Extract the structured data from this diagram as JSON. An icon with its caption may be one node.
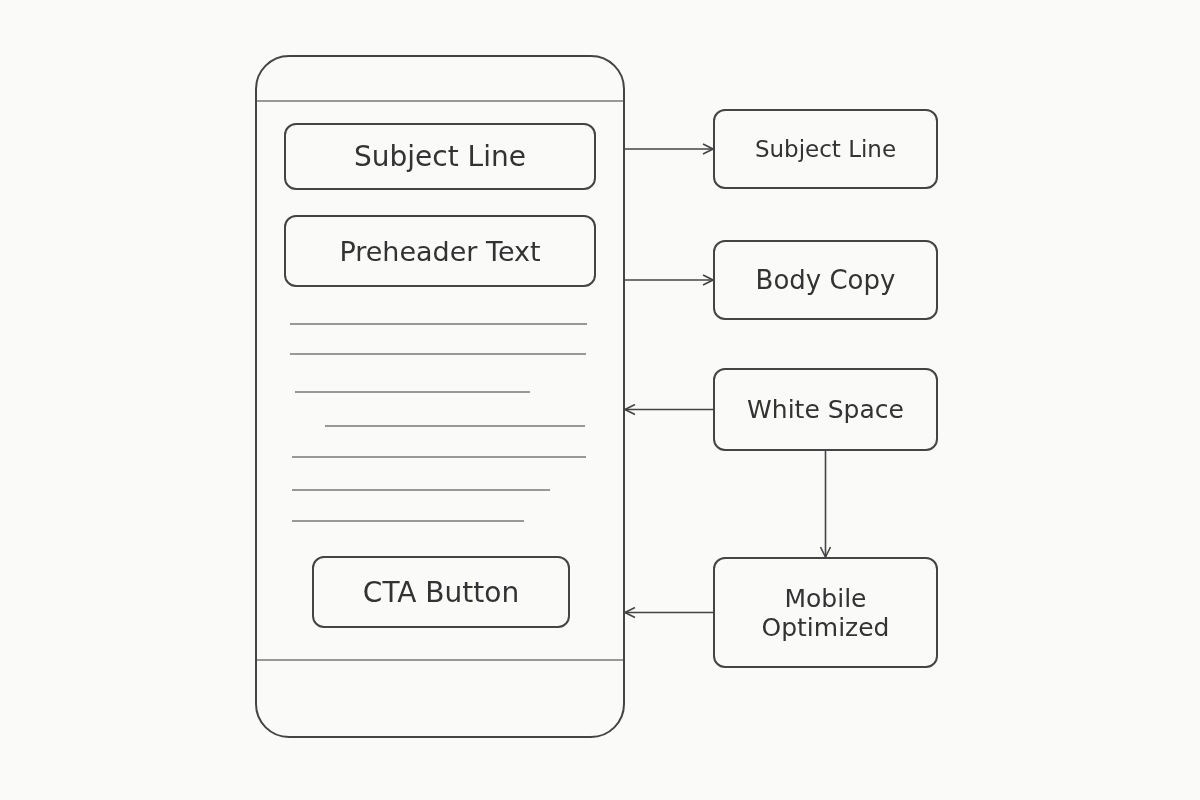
{
  "diagram": {
    "nodes": [
      {
        "text": [],
        "shape": "box"
      },
      {
        "text": [
          "Subject Line"
        ],
        "in": 0
      },
      {
        "text": [
          "Preheader Text"
        ],
        "in": 0
      },
      {
        "text": [
          "CTA Button"
        ],
        "in": 0
      },
      {
        "text": [
          "Subject Line"
        ]
      },
      {
        "text": [
          "Body Copy"
        ]
      },
      {
        "text": [
          "White Space"
        ]
      },
      {
        "text": [
          "Mobile Optimized"
        ]
      }
    ],
    "edges": [
      {
        "from": 0,
        "to": 4,
        "arrow": "to"
      },
      {
        "from": 0,
        "to": 5,
        "arrow": "to"
      },
      {
        "from": 6,
        "to": 0,
        "arrow": "to"
      },
      {
        "from": 7,
        "to": 0,
        "arrow": "to"
      },
      {
        "from": 6,
        "to": 7,
        "arrow": "to"
      }
    ]
  }
}
